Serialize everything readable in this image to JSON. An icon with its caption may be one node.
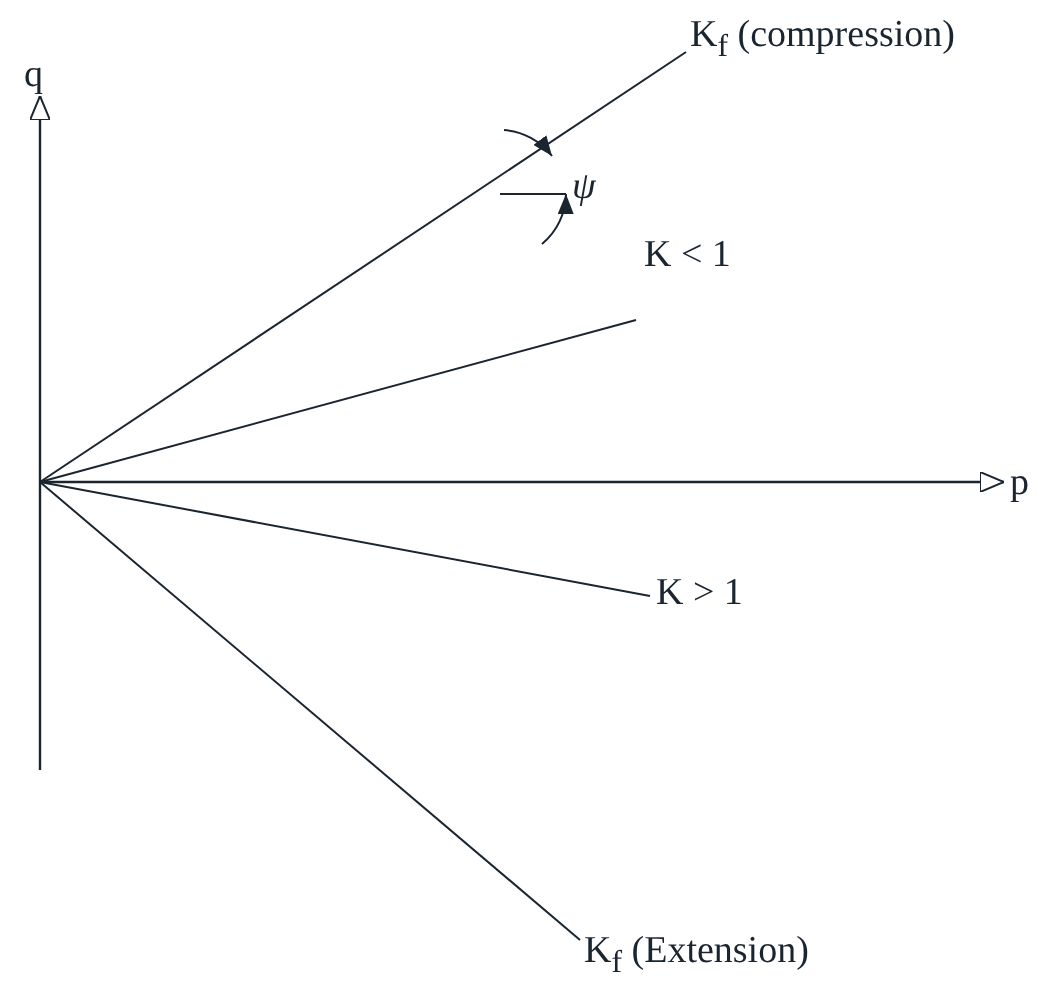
{
  "diagram": {
    "labels": [
      "K$_{f}$ (compression)",
      "q",
      "ψ",
      "K < 1",
      "p",
      "K > 1",
      "K$_{f}$ (Extension)"
    ]
  }
}
